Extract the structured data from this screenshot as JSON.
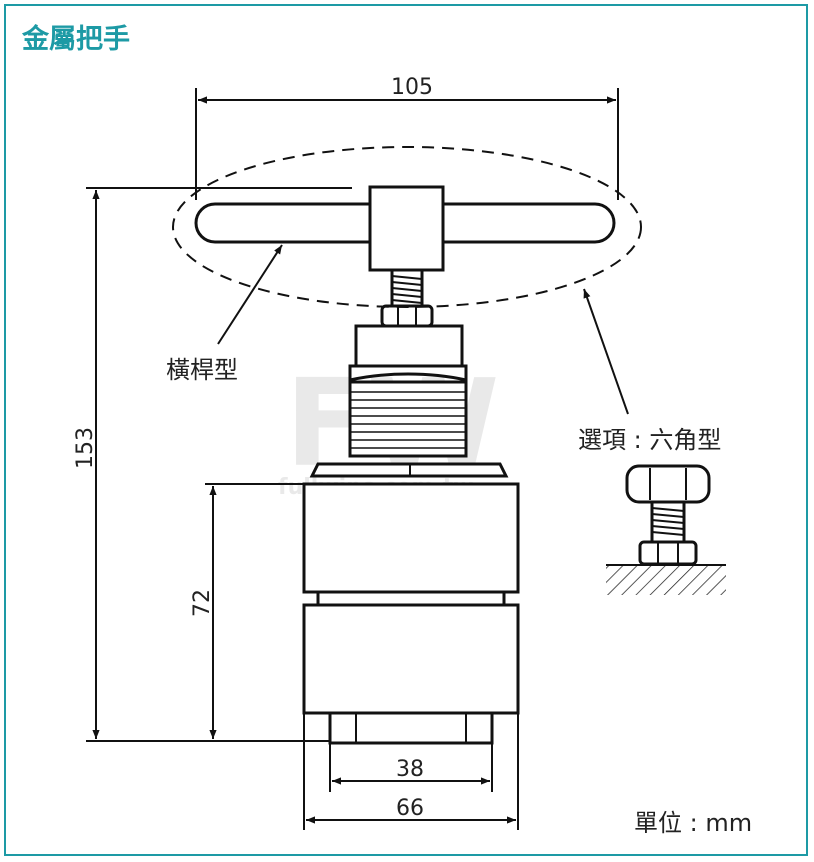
{
  "title": "金屬把手",
  "title_color": "#1d9aa5",
  "dimensions": {
    "top_width": "105",
    "total_height": "153",
    "body_height": "72",
    "inner_width": "38",
    "outer_width": "66"
  },
  "labels": {
    "handle_type": "橫桿型",
    "option": "選項 : 六角型"
  },
  "unit_label": "單位 : mm",
  "watermark": {
    "logo": "FW",
    "site": "fullwins.com.tw"
  }
}
